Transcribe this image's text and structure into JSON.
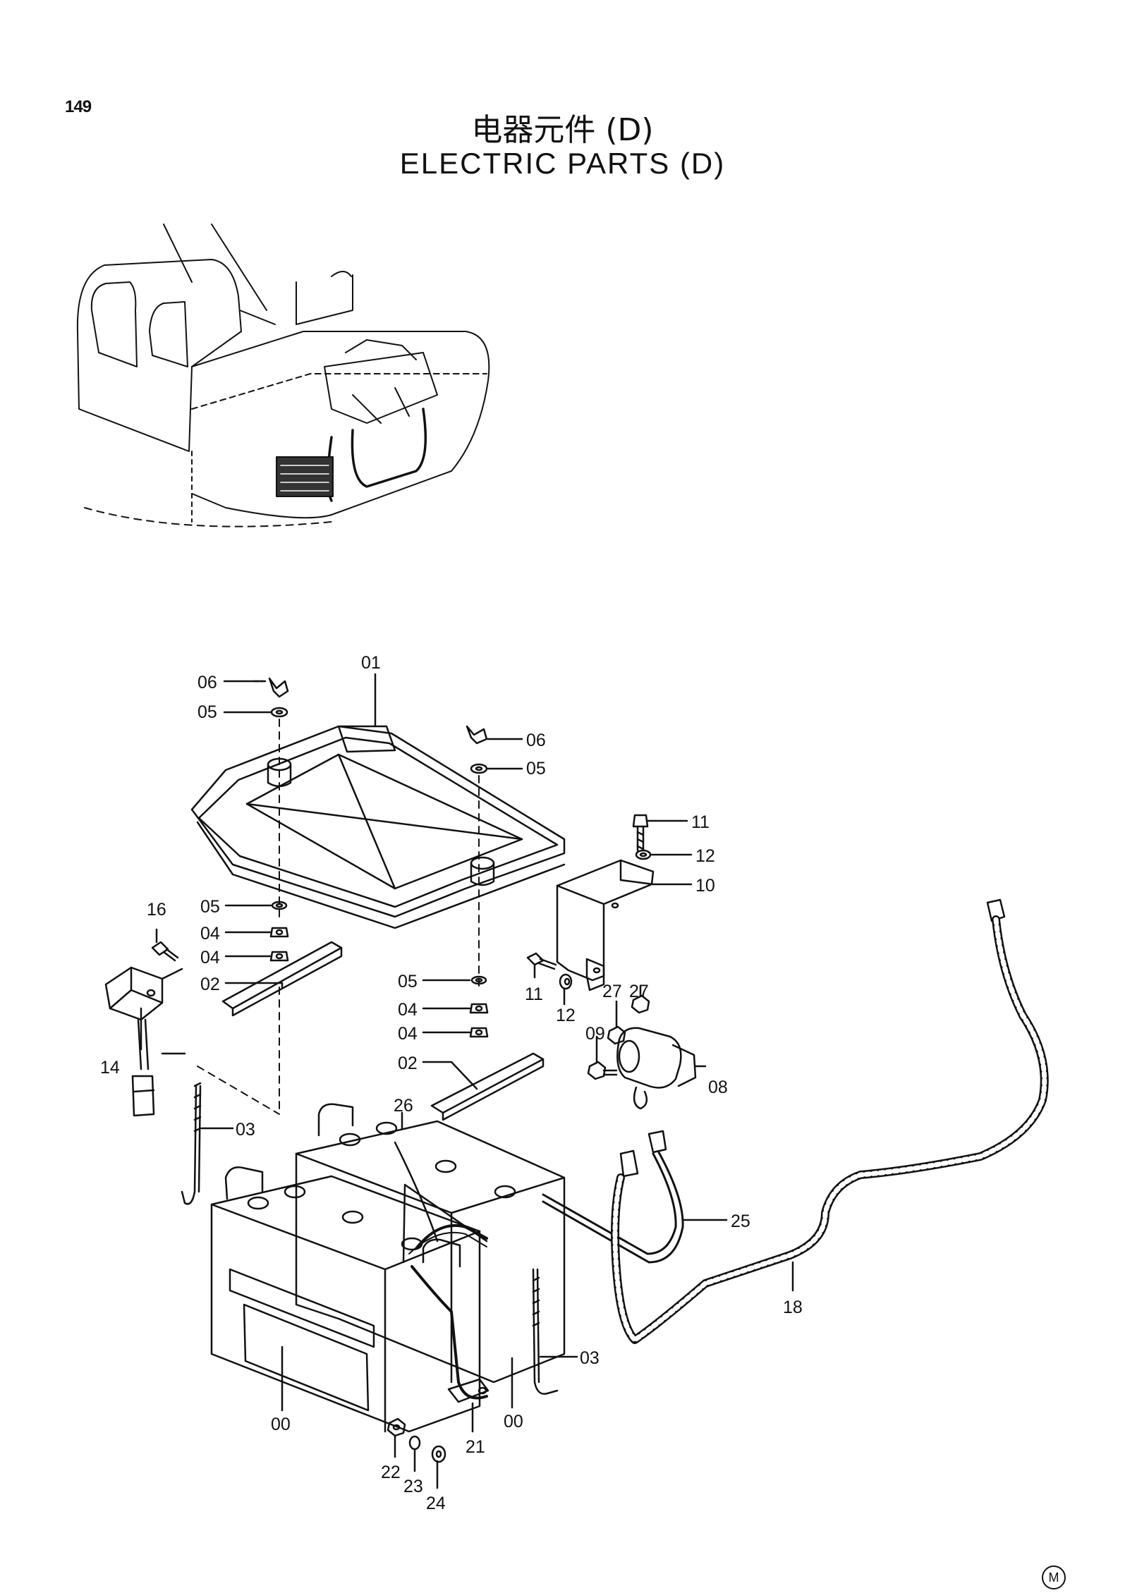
{
  "page_number": "149",
  "title_cn": "电器元件 (D)",
  "title_en": "ELECTRIC  PARTS  (D)",
  "corner_mark": "M",
  "callouts": {
    "c01": "01",
    "c06a": "06",
    "c05a": "05",
    "c06b": "06",
    "c05b": "05",
    "c11a": "11",
    "c12a": "12",
    "c10": "10",
    "c16": "16",
    "c05c": "05",
    "c04a": "04",
    "c04b": "04",
    "c02a": "02",
    "c14": "14",
    "c05d": "05",
    "c04c": "04",
    "c04d": "04",
    "c02b": "02",
    "c11b": "11",
    "c12b": "12",
    "c27a": "27",
    "c27b": "27",
    "c09": "09",
    "c08": "08",
    "c03a": "03",
    "c26": "26",
    "c25": "25",
    "c18": "18",
    "c03b": "03",
    "c00a": "00",
    "c00b": "00",
    "c21": "21",
    "c22": "22",
    "c23": "23",
    "c24": "24"
  }
}
